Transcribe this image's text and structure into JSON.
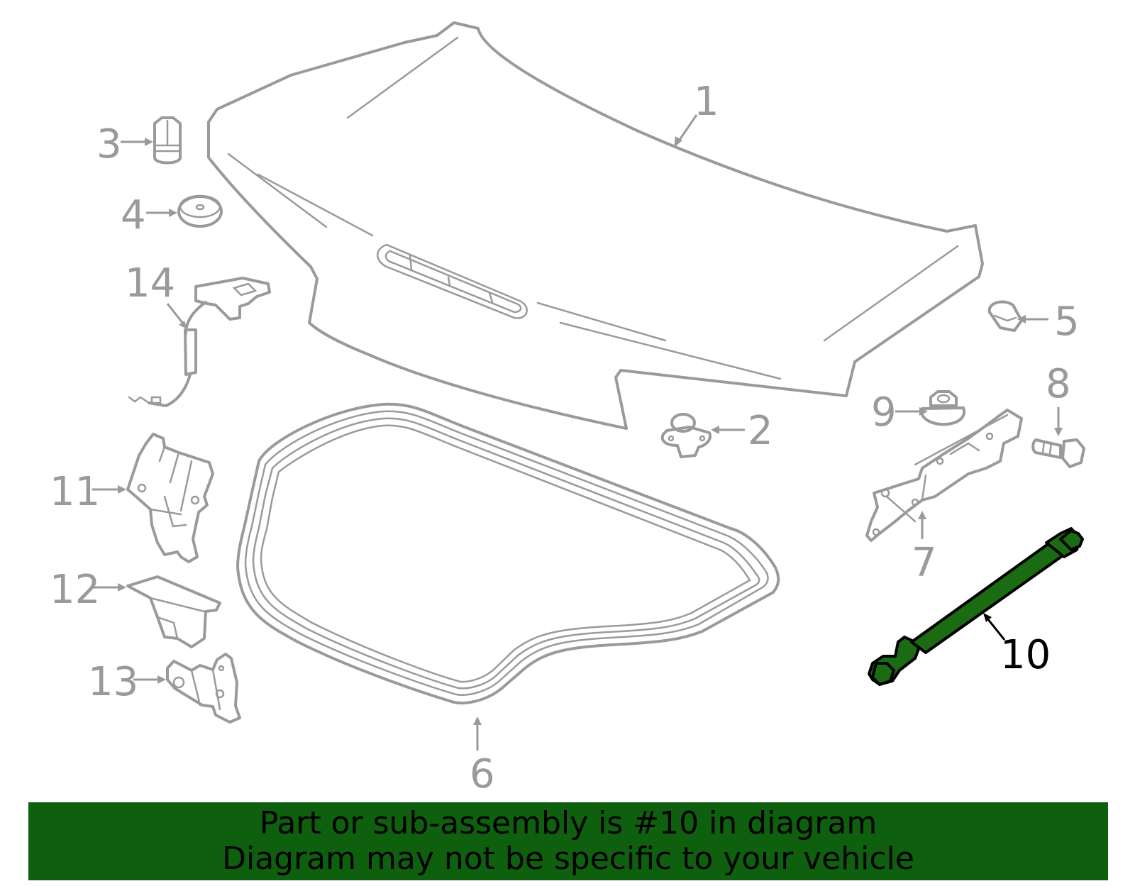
{
  "diagram": {
    "labels": [
      "1",
      "2",
      "3",
      "4",
      "5",
      "6",
      "7",
      "8",
      "9",
      "10",
      "11",
      "12",
      "13",
      "14"
    ],
    "highlighted_label": "10",
    "colors": {
      "part_stroke": "#9a9a9a",
      "highlight_fill": "#1b6b12",
      "highlight_stroke": "#000000",
      "banner_bg": "#0e5f0e"
    }
  },
  "banner": {
    "line1": "Part or sub-assembly is #10 in diagram",
    "line2": "Diagram may not be specific to your vehicle"
  }
}
